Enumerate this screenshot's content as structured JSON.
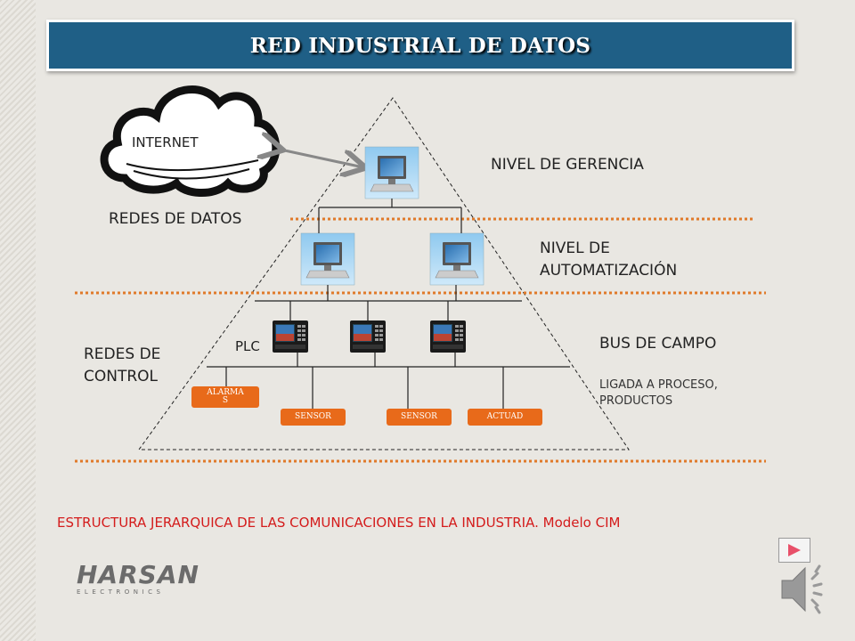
{
  "title": "RED INDUSTRIAL DE DATOS",
  "diagram": {
    "cloud_label": "INTERNET",
    "levels": {
      "gerencia": "NIVEL DE GERENCIA",
      "automatizacion_line1": "NIVEL DE",
      "automatizacion_line2": "AUTOMATIZACIÓN",
      "bus_campo": "BUS DE CAMPO",
      "ligada_line1": "LIGADA A PROCESO,",
      "ligada_line2": "PRODUCTOS"
    },
    "networks": {
      "datos": "REDES DE DATOS",
      "control_line1": "REDES DE",
      "control_line2": "CONTROL"
    },
    "plc_label": "PLC",
    "field_devices": {
      "alarmas_line1": "ALARMA",
      "alarmas_line2": "S",
      "sensor_1": "SENSOR",
      "sensor_2": "SENSOR",
      "actuador": "ACTUAD"
    }
  },
  "caption": "ESTRUCTURA JERARQUICA DE LAS COMUNICACIONES EN LA INDUSTRIA. Modelo CIM",
  "logo": {
    "word": "HARSAN",
    "sub": "ELECTRONICS"
  },
  "icons": [
    "computer-icon",
    "plc-panel-icon",
    "cloud-icon",
    "next-slide-icon",
    "speaker-icon"
  ],
  "colors": {
    "title_bar": "#1f5f86",
    "dotted_separator": "#e07a2a",
    "device_box": "#e86a1a",
    "caption": "#d41c1c"
  }
}
